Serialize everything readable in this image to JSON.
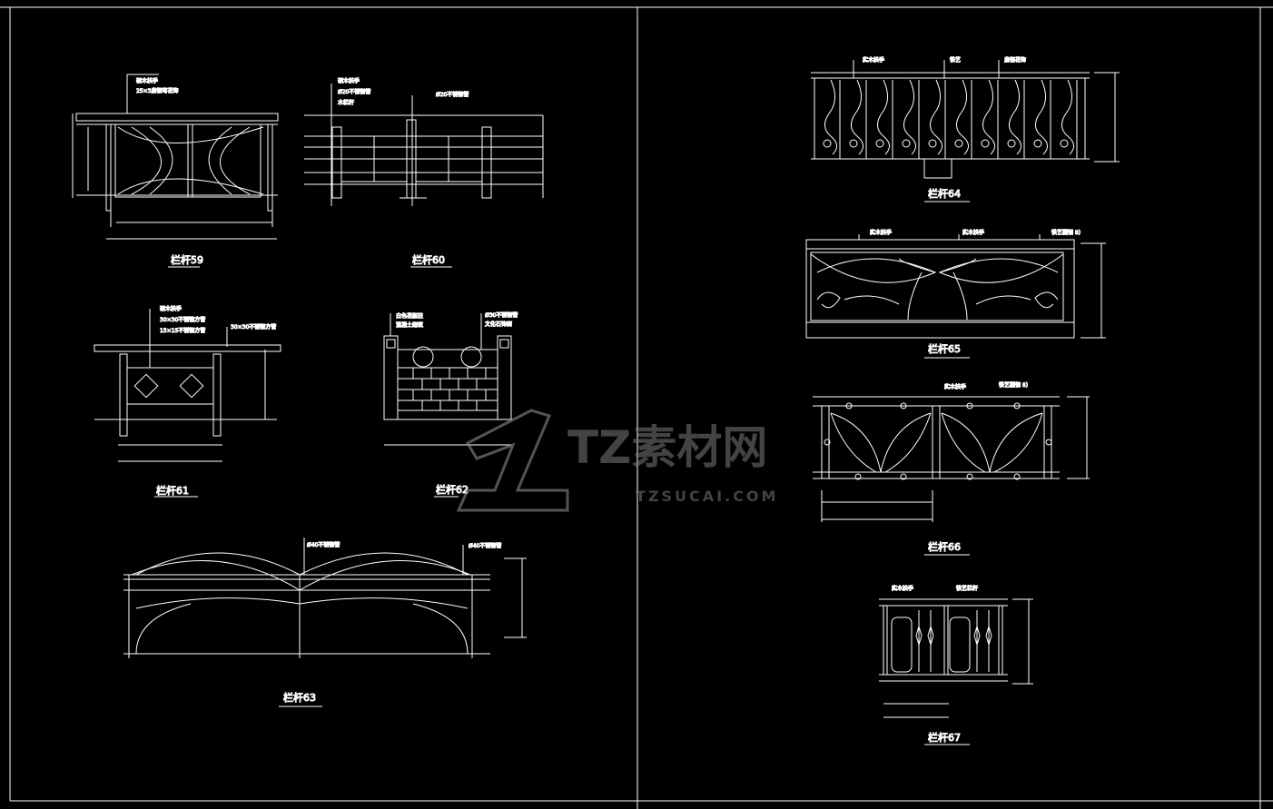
{
  "drawings": [
    {
      "caption": "栏杆59",
      "notes": [
        "硬木扶手",
        "25×3扁钢弯花饰"
      ]
    },
    {
      "caption": "栏杆60",
      "notes": [
        "硬木扶手",
        "Ø20不锈钢管",
        "木栏杆",
        "Ø20不锈钢管"
      ]
    },
    {
      "caption": "栏杆61",
      "notes": [
        "硬木扶手",
        "30×30不锈钢方管",
        "15×15不锈钢方管",
        "30×30不锈钢方管"
      ]
    },
    {
      "caption": "栏杆62",
      "notes": [
        "白色花瓶柱",
        "混凝土砌筑",
        "Ø30不锈钢管",
        "文化石饰面"
      ]
    },
    {
      "caption": "栏杆63",
      "notes": [
        "Ø40不锈钢管",
        "Ø40不锈钢管"
      ]
    },
    {
      "caption": "栏杆64",
      "notes": [
        "实木扶手",
        "铁艺",
        "扁钢花饰"
      ]
    },
    {
      "caption": "栏杆65",
      "notes": [
        "实木扶手",
        "实木扶手",
        "铁艺圆钢 8)"
      ]
    },
    {
      "caption": "栏杆66",
      "notes": [
        "实木扶手",
        "铁艺圆钢 8)"
      ]
    },
    {
      "caption": "栏杆67",
      "notes": [
        "实木扶手",
        "铁艺栏杆"
      ]
    }
  ],
  "watermark": {
    "brand": "TZ素材网",
    "url": "TZSUCAI.COM"
  },
  "colors": {
    "background": "#000000",
    "line": "#ffffff",
    "watermark": "#6a6a6a"
  }
}
